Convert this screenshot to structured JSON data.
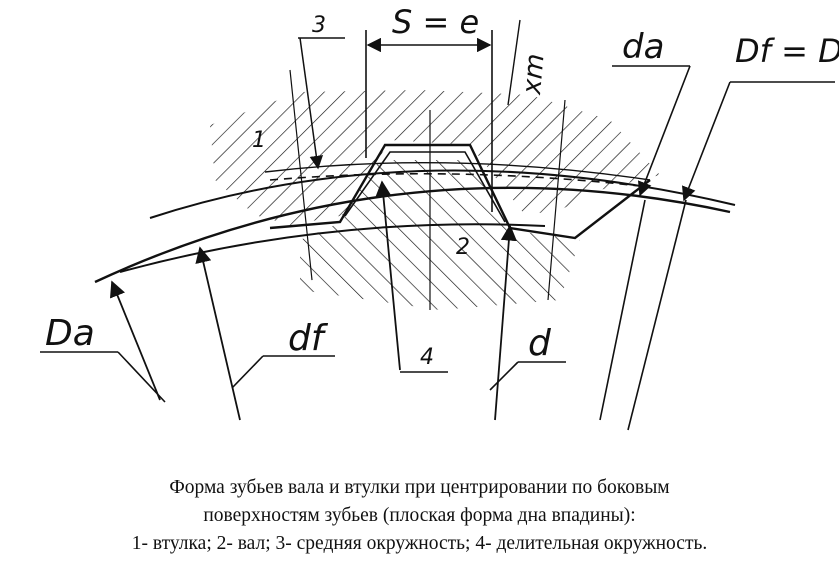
{
  "labels": {
    "num1": "1",
    "num2": "2",
    "num3": "3",
    "num4": "4",
    "s_eq_e": "S = e",
    "xm": "xm",
    "da_small": "dа",
    "Df_eq_D": "Df = D",
    "Da_big": "Dа",
    "df": "df",
    "d": "d"
  },
  "caption": {
    "line1": "Форма зубьев вала и втулки при центрировании по боковым",
    "line2": "поверхностям зубьев (плоская форма дна впадины):",
    "line3": "1- втулка; 2- вал;  3-  средняя окружность; 4- делительная окружность."
  },
  "colors": {
    "ink": "#111111",
    "background": "#ffffff"
  }
}
